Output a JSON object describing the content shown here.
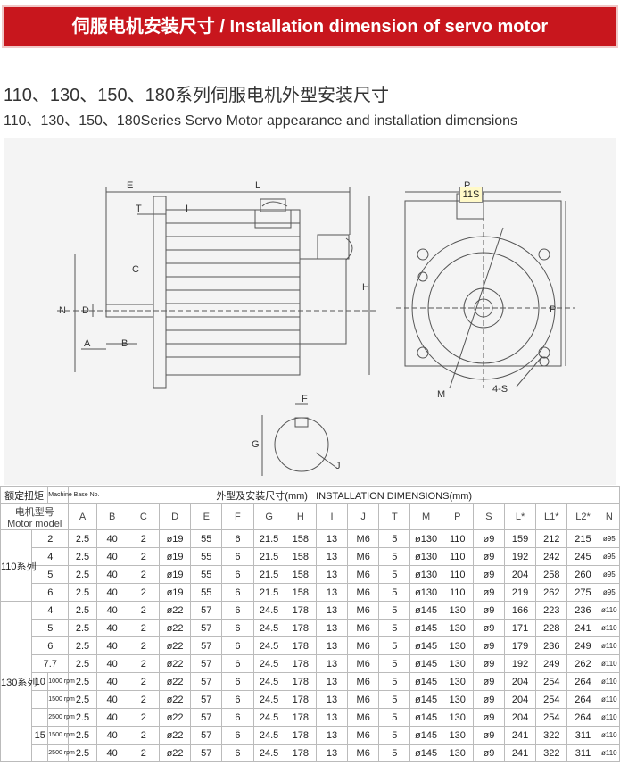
{
  "banner": {
    "title": "伺服电机安装尺寸 / Installation dimension of servo motor"
  },
  "heading": {
    "cn": "110、130、150、180系列伺服电机外型安装尺寸",
    "en": "110、130、150、180Series Servo Motor appearance and installation dimensions"
  },
  "drawing": {
    "labels": {
      "E": "E",
      "L": "L",
      "T": "T",
      "I": "I",
      "C": "C",
      "N": "N",
      "D": "D",
      "A": "A",
      "B": "B",
      "H": "H",
      "P_top": "P",
      "P_side": "P",
      "M": "M",
      "S": "4-S",
      "F": "F",
      "G": "G",
      "J": "J"
    },
    "callout": "11S"
  },
  "table": {
    "header": {
      "rated_torque": "额定扭矩",
      "machine_base": "Machine Base No.",
      "motor_model_cn": "电机型号",
      "motor_model_en": "Motor model",
      "title_cn": "外型及安装尺寸(mm)",
      "title_en": "INSTALLATION DIMENSIONS(mm)",
      "columns": [
        "A",
        "B",
        "C",
        "D",
        "E",
        "F",
        "G",
        "H",
        "I",
        "J",
        "T",
        "M",
        "P",
        "S",
        "L*",
        "L1*",
        "L2*",
        "N"
      ]
    },
    "groups": [
      {
        "name": "110系列",
        "rows": [
          {
            "torque": "2",
            "speed": "",
            "cells": [
              "2.5",
              "40",
              "2",
              "ø19",
              "55",
              "6",
              "21.5",
              "158",
              "13",
              "M6",
              "5",
              "ø130",
              "110",
              "ø9",
              "159",
              "212",
              "215",
              "ø95"
            ]
          },
          {
            "torque": "4",
            "speed": "",
            "cells": [
              "2.5",
              "40",
              "2",
              "ø19",
              "55",
              "6",
              "21.5",
              "158",
              "13",
              "M6",
              "5",
              "ø130",
              "110",
              "ø9",
              "192",
              "242",
              "245",
              "ø95"
            ]
          },
          {
            "torque": "5",
            "speed": "",
            "cells": [
              "2.5",
              "40",
              "2",
              "ø19",
              "55",
              "6",
              "21.5",
              "158",
              "13",
              "M6",
              "5",
              "ø130",
              "110",
              "ø9",
              "204",
              "258",
              "260",
              "ø95"
            ]
          },
          {
            "torque": "6",
            "speed": "",
            "cells": [
              "2.5",
              "40",
              "2",
              "ø19",
              "55",
              "6",
              "21.5",
              "158",
              "13",
              "M6",
              "5",
              "ø130",
              "110",
              "ø9",
              "219",
              "262",
              "275",
              "ø95"
            ]
          }
        ]
      },
      {
        "name": "130系列",
        "rows": [
          {
            "torque": "4",
            "speed": "",
            "cells": [
              "2.5",
              "40",
              "2",
              "ø22",
              "57",
              "6",
              "24.5",
              "178",
              "13",
              "M6",
              "5",
              "ø145",
              "130",
              "ø9",
              "166",
              "223",
              "236",
              "ø110"
            ]
          },
          {
            "torque": "5",
            "speed": "",
            "cells": [
              "2.5",
              "40",
              "2",
              "ø22",
              "57",
              "6",
              "24.5",
              "178",
              "13",
              "M6",
              "5",
              "ø145",
              "130",
              "ø9",
              "171",
              "228",
              "241",
              "ø110"
            ]
          },
          {
            "torque": "6",
            "speed": "",
            "cells": [
              "2.5",
              "40",
              "2",
              "ø22",
              "57",
              "6",
              "24.5",
              "178",
              "13",
              "M6",
              "5",
              "ø145",
              "130",
              "ø9",
              "179",
              "236",
              "249",
              "ø110"
            ]
          },
          {
            "torque": "7.7",
            "speed": "",
            "cells": [
              "2.5",
              "40",
              "2",
              "ø22",
              "57",
              "6",
              "24.5",
              "178",
              "13",
              "M6",
              "5",
              "ø145",
              "130",
              "ø9",
              "192",
              "249",
              "262",
              "ø110"
            ]
          },
          {
            "torque": "10",
            "speed": "1000 rpm",
            "cells": [
              "2.5",
              "40",
              "2",
              "ø22",
              "57",
              "6",
              "24.5",
              "178",
              "13",
              "M6",
              "5",
              "ø145",
              "130",
              "ø9",
              "204",
              "254",
              "264",
              "ø110"
            ]
          },
          {
            "torque": "",
            "speed": "1500 rpm",
            "cells": [
              "2.5",
              "40",
              "2",
              "ø22",
              "57",
              "6",
              "24.5",
              "178",
              "13",
              "M6",
              "5",
              "ø145",
              "130",
              "ø9",
              "204",
              "254",
              "264",
              "ø110"
            ]
          },
          {
            "torque": "",
            "speed": "2500 rpm",
            "cells": [
              "2.5",
              "40",
              "2",
              "ø22",
              "57",
              "6",
              "24.5",
              "178",
              "13",
              "M6",
              "5",
              "ø145",
              "130",
              "ø9",
              "204",
              "254",
              "264",
              "ø110"
            ]
          },
          {
            "torque": "15",
            "speed": "1500 rpm",
            "cells": [
              "2.5",
              "40",
              "2",
              "ø22",
              "57",
              "6",
              "24.5",
              "178",
              "13",
              "M6",
              "5",
              "ø145",
              "130",
              "ø9",
              "241",
              "322",
              "311",
              "ø110"
            ]
          },
          {
            "torque": "",
            "speed": "2500 rpm",
            "cells": [
              "2.5",
              "40",
              "2",
              "ø22",
              "57",
              "6",
              "24.5",
              "178",
              "13",
              "M6",
              "5",
              "ø145",
              "130",
              "ø9",
              "241",
              "322",
              "311",
              "ø110"
            ]
          }
        ]
      }
    ]
  }
}
